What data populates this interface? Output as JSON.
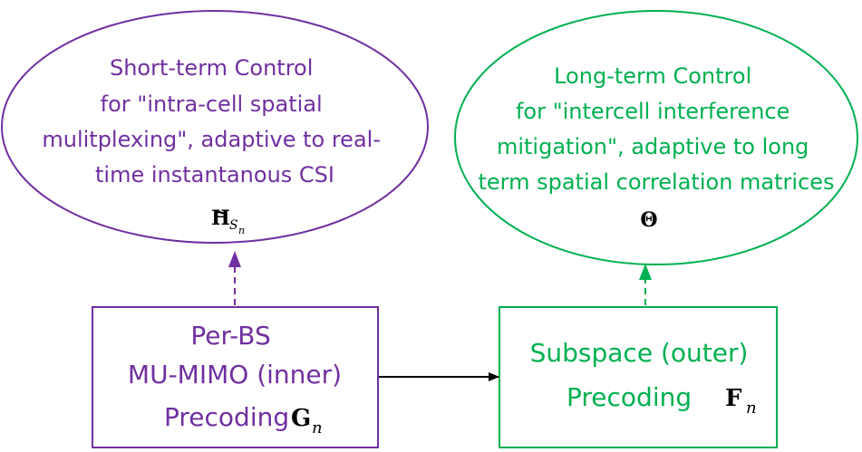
{
  "colors": {
    "purple": "#7030a0",
    "green": "#00b050",
    "arrow": "#000000"
  },
  "short_term": {
    "lines": [
      "Short-term  Control",
      "for \"intra-cell spatial",
      "mulitplexing\", adaptive to real-",
      "time instantanous CSI"
    ],
    "symbol": {
      "base": "H",
      "subscript": "S",
      "sub_subscript": "n",
      "accent": "~"
    }
  },
  "long_term": {
    "lines": [
      "Long-term  Control",
      "for \"intercell interference",
      "mitigation\", adaptive to long",
      "term spatial correlation matrices"
    ],
    "symbol": "Θ"
  },
  "inner_box": {
    "lines": [
      "Per-BS",
      "MU-MIMO (inner)",
      "Precoding"
    ],
    "symbol": "G",
    "subscript": "n"
  },
  "outer_box": {
    "lines": [
      "Subspace (outer)",
      "Precoding"
    ],
    "symbol": "F",
    "subscript": "n"
  }
}
